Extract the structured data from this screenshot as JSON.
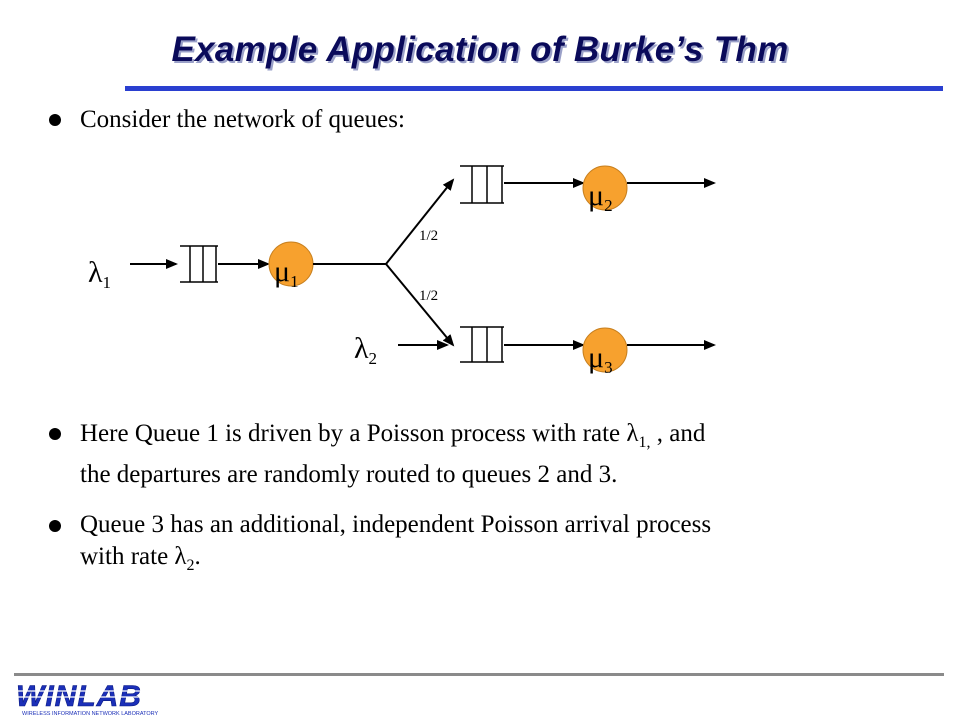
{
  "slide": {
    "title": "Example Application  of Burke’s Thm",
    "bullets": [
      {
        "text": "Consider the network of queues:"
      },
      {
        "pre": "Here Queue 1 is driven by a Poisson process with rate ",
        "sym": "λ",
        "sub": "1,",
        "post": " , and",
        "line2": "the departures are randomly routed to queues 2 and 3."
      },
      {
        "line1": "Queue 3 has an additional, independent Poisson arrival process",
        "pre": "with rate ",
        "sym": "λ",
        "sub": "2",
        "post": "."
      }
    ]
  },
  "diagram": {
    "lambda1": {
      "sym": "λ",
      "sub": "1"
    },
    "lambda2": {
      "sym": "λ",
      "sub": "2"
    },
    "mu1": {
      "sym": "μ",
      "sub": "1"
    },
    "mu2": {
      "sym": "μ",
      "sub": "2"
    },
    "mu3": {
      "sym": "μ",
      "sub": "3"
    },
    "prob_upper": "1/2",
    "prob_lower": "1/2"
  },
  "logo": {
    "name": "WINLAB",
    "tagline": "WIRELESS INFORMATION NETWORK LABORATORY"
  },
  "colors": {
    "server_fill": "#f7a12e",
    "title_color": "#0a0a5a",
    "rule_color": "#2a3fd0"
  }
}
